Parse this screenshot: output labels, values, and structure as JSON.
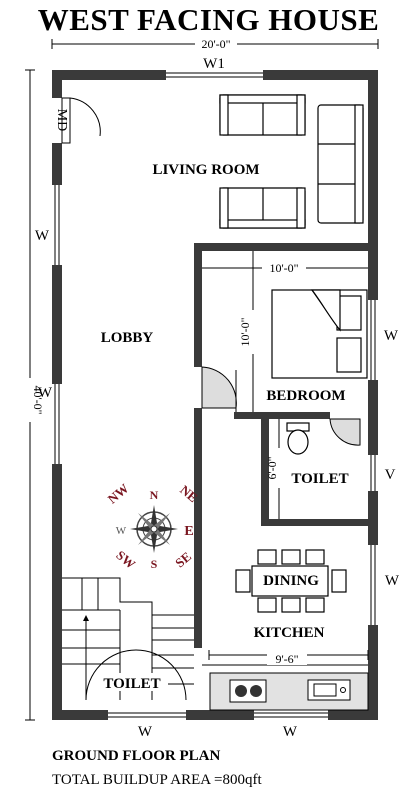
{
  "title": "WEST FACING HOUSE",
  "dimensions": {
    "overall_width": "20'-0\"",
    "overall_depth": "40'-0\"",
    "bedroom_width": "10'-0\"",
    "bedroom_depth": "10'-0\"",
    "toilet_depth": "6'-0\"",
    "kitchen_width": "9'-6\""
  },
  "rooms": {
    "living_room": "LIVING ROOM",
    "lobby": "LOBBY",
    "bedroom": "BEDROOM",
    "toilet_upper": "TOILET",
    "dining": "DINING",
    "kitchen": "KITCHEN",
    "toilet_lower": "TOILET"
  },
  "openings": {
    "main_door": "MD",
    "window_top": "W1",
    "window_left_upper": "W",
    "window_left_lower": "W",
    "window_right_bedroom": "W",
    "ventilator": "V",
    "window_right_dining": "W",
    "window_bottom_left": "W",
    "window_bottom_right": "W"
  },
  "compass": {
    "n": "N",
    "ne": "NE",
    "e": "E",
    "se": "SE",
    "s": "S",
    "sw": "SW",
    "w": "W",
    "nw": "NW"
  },
  "footer": {
    "plan_title": "GROUND FLOOR PLAN",
    "area": "TOTAL BUILDUP AREA =800qft"
  },
  "colors": {
    "wall": "#3a3a3a",
    "compass_text": "#7a1620",
    "line": "#000000"
  }
}
